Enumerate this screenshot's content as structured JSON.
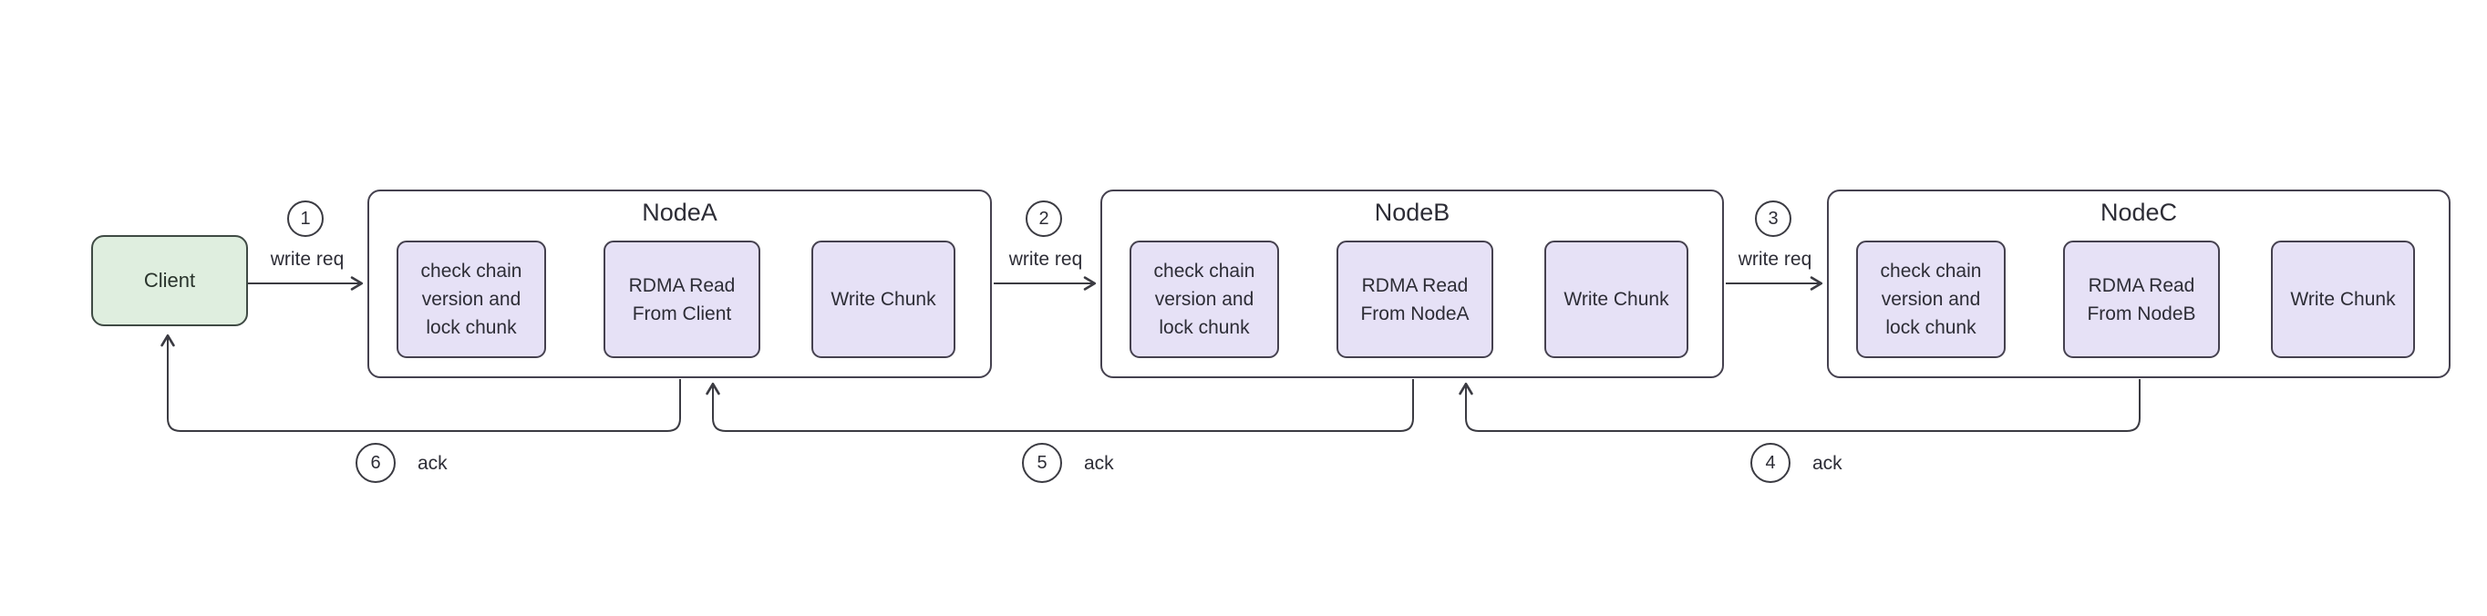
{
  "colors": {
    "purple_fill": "#e6e1f6",
    "green_fill": "#dfeedf",
    "line": "#3b3b42",
    "box_border": "#45414f",
    "bg": "#ffffff"
  },
  "client": {
    "label": "Client"
  },
  "nodes": [
    {
      "title": "NodeA",
      "boxes": [
        "check chain version and lock chunk",
        "RDMA Read From Client",
        "Write Chunk"
      ]
    },
    {
      "title": "NodeB",
      "boxes": [
        "check chain version and lock chunk",
        "RDMA Read From NodeA",
        "Write Chunk"
      ]
    },
    {
      "title": "NodeC",
      "boxes": [
        "check chain version and lock chunk",
        "RDMA Read From NodeB",
        "Write Chunk"
      ]
    }
  ],
  "write_edges": [
    {
      "number": "1",
      "label": "write req"
    },
    {
      "number": "2",
      "label": "write req"
    },
    {
      "number": "3",
      "label": "write req"
    }
  ],
  "ack_edges": [
    {
      "number": "6",
      "label": "ack"
    },
    {
      "number": "5",
      "label": "ack"
    },
    {
      "number": "4",
      "label": "ack"
    }
  ]
}
